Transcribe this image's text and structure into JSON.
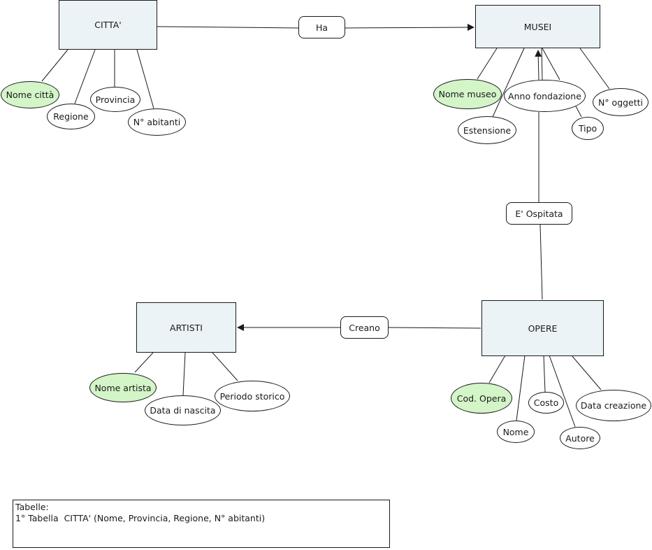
{
  "colors": {
    "entity_fill": "#ecf3f6",
    "key_attr_fill": "#d3f5c8",
    "line": "#1a1a1a"
  },
  "entities": {
    "citta": {
      "label": "CITTA'",
      "attributes": [
        {
          "label": "Nome città",
          "key": true
        },
        {
          "label": "Regione",
          "key": false
        },
        {
          "label": "Provincia",
          "key": false
        },
        {
          "label": "N° abitanti",
          "key": false
        }
      ]
    },
    "musei": {
      "label": "MUSEI",
      "attributes": [
        {
          "label": "Nome museo",
          "key": true
        },
        {
          "label": "Estensione",
          "key": false
        },
        {
          "label": "Anno fondazione",
          "key": false
        },
        {
          "label": "Tipo",
          "key": false
        },
        {
          "label": "N° oggetti",
          "key": false
        }
      ]
    },
    "artisti": {
      "label": "ARTISTI",
      "attributes": [
        {
          "label": "Nome artista",
          "key": true
        },
        {
          "label": "Data di nascita",
          "key": false
        },
        {
          "label": "Periodo storico",
          "key": false
        }
      ]
    },
    "opere": {
      "label": "OPERE",
      "attributes": [
        {
          "label": "Cod. Opera",
          "key": true
        },
        {
          "label": "Nome",
          "key": false
        },
        {
          "label": "Costo",
          "key": false
        },
        {
          "label": "Autore",
          "key": false
        },
        {
          "label": "Data creazione",
          "key": false
        }
      ]
    }
  },
  "relations": {
    "ha": {
      "label": "Ha",
      "from": "CITTA'",
      "to": "MUSEI"
    },
    "ospitata": {
      "label": "E' Ospitata",
      "from": "OPERE",
      "to": "MUSEI"
    },
    "creano": {
      "label": "Creano",
      "from": "OPERE",
      "to": "ARTISTI"
    }
  },
  "notes": {
    "line1": "Tabelle:",
    "line2": "1° Tabella  CITTA' (Nome, Provincia, Regione, N° abitanti)"
  }
}
